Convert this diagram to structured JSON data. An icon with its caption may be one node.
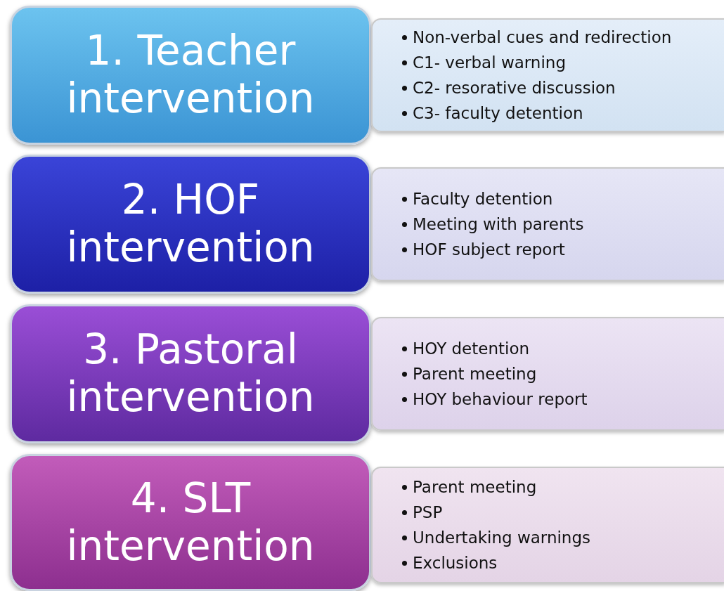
{
  "diagram": {
    "nodes": [
      {
        "text": [
          "1. Teacher intervention"
        ]
      },
      {
        "text": [
          "Non-verbal cues and redirection",
          "C1- verbal warning",
          "C2- resorative discussion",
          "C3- faculty detention"
        ]
      },
      {
        "text": [
          "2. HOF intervention"
        ]
      },
      {
        "text": [
          "Faculty detention",
          "Meeting with parents",
          "HOF subject report"
        ]
      },
      {
        "text": [
          "3. Pastoral intervention"
        ]
      },
      {
        "text": [
          "HOY detention",
          "Parent meeting",
          "HOY behaviour report"
        ]
      },
      {
        "text": [
          "4. SLT intervention"
        ]
      },
      {
        "text": [
          "Parent meeting",
          "PSP",
          "Undertaking warnings",
          "Exclusions"
        ]
      }
    ]
  }
}
